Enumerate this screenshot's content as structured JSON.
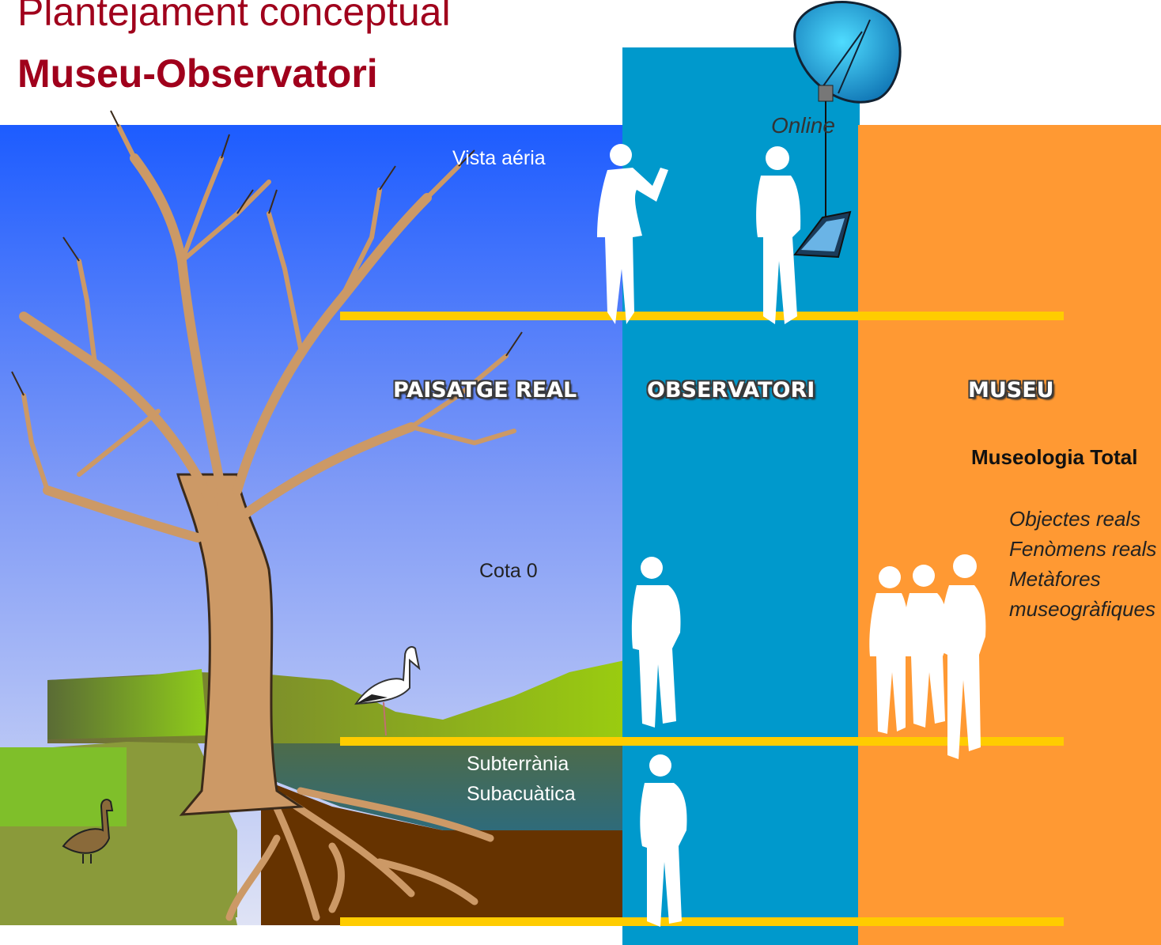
{
  "title": {
    "line1": "Plantejament conceptual",
    "line2": "Museu-Observatori"
  },
  "sections": {
    "landscape": "PAISATGE REAL",
    "observatory": "OBSERVATORI",
    "museum": "MUSEU"
  },
  "levels": {
    "aerial": "Vista aéria",
    "ground": "Cota 0",
    "underground_line1": "Subterrània",
    "underground_line2": "Subacuàtica"
  },
  "online_label": "Online",
  "museum": {
    "heading": "Museologia Total",
    "items": [
      "Objectes reals",
      "Fenòmens reals",
      "Metàfores",
      "museogràfiques"
    ]
  },
  "colors": {
    "title": "#a0001c",
    "observatory_column": "#0099cc",
    "museum_column": "#ff9933",
    "level_line": "#ffcc00",
    "sky_top": "#1d5cff",
    "soil": "#663300",
    "tree": "#cc9966"
  },
  "icons": [
    "satellite-dish-icon",
    "tablet-icon",
    "tree-icon",
    "stork-icon",
    "goose-icon",
    "person-silhouette-icon"
  ]
}
